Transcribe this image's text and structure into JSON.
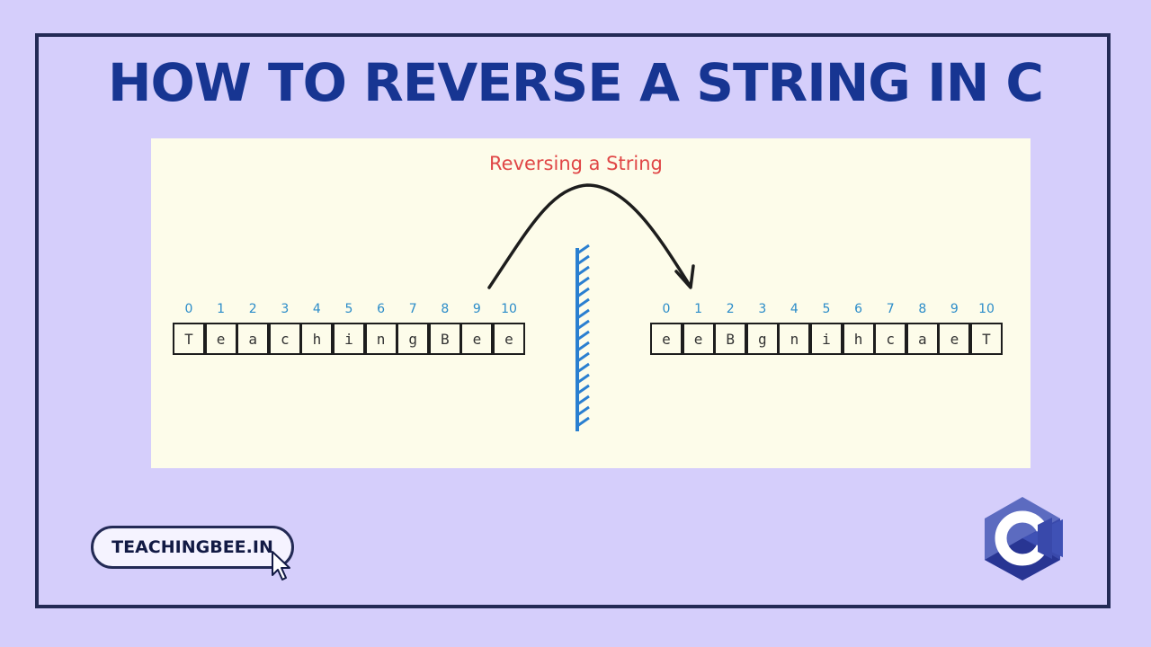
{
  "title": "HOW TO REVERSE A STRING IN C",
  "diagram": {
    "label": "Reversing a String",
    "indices": [
      "0",
      "1",
      "2",
      "3",
      "4",
      "5",
      "6",
      "7",
      "8",
      "9",
      "10"
    ],
    "original": [
      "T",
      "e",
      "a",
      "c",
      "h",
      "i",
      "n",
      "g",
      "B",
      "e",
      "e"
    ],
    "reversed": [
      "e",
      "e",
      "B",
      "g",
      "n",
      "i",
      "h",
      "c",
      "a",
      "e",
      "T"
    ]
  },
  "badge": {
    "text": "TEACHINGBEE.IN"
  },
  "logo": {
    "letter": "C",
    "icon": "c-language-logo-icon"
  },
  "colors": {
    "background": "#d5cefb",
    "title": "#173592",
    "panel": "#fdfcea",
    "label": "#e04646",
    "index": "#2b8cc9",
    "mirror": "#2a7fd0"
  }
}
